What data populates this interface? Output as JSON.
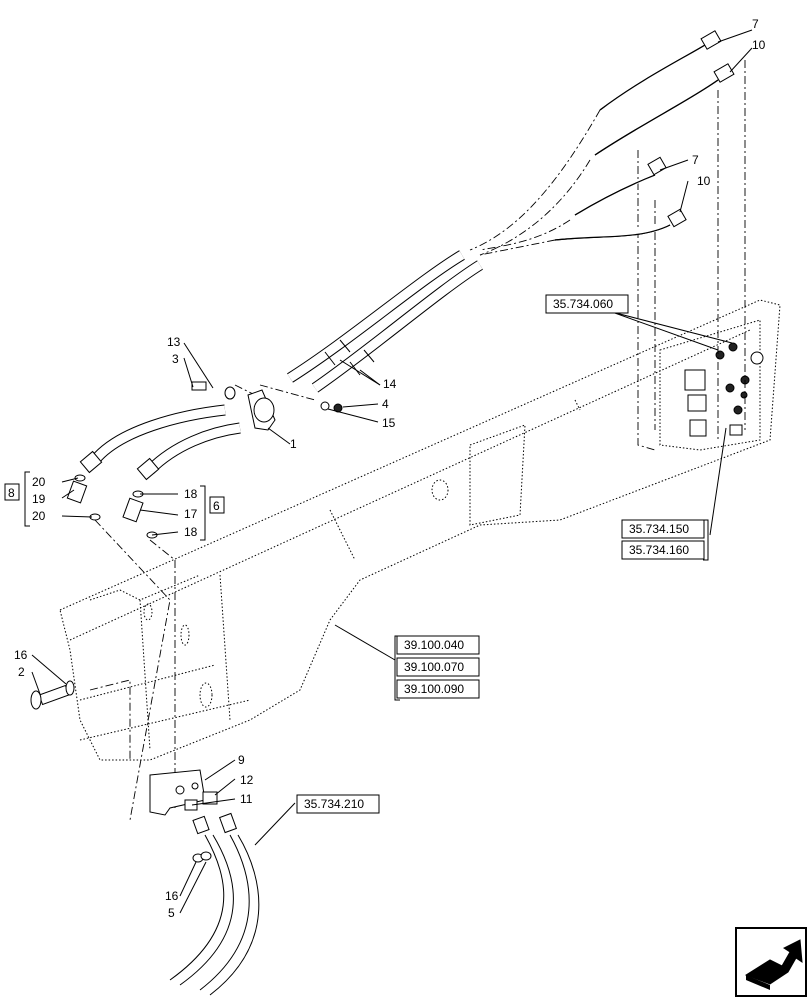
{
  "refs": {
    "r_35734060": "35.734.060",
    "r_35734150": "35.734.150",
    "r_35734160": "35.734.160",
    "r_39100040": "39.100.040",
    "r_39100070": "39.100.070",
    "r_39100090": "39.100.090",
    "r_35734210": "35.734.210"
  },
  "groups": {
    "group_8": "8",
    "group_6": "6"
  },
  "callouts": {
    "c7a": "7",
    "c10a": "10",
    "c7b": "7",
    "c10b": "10",
    "c13": "13",
    "c3": "3",
    "c14": "14",
    "c4": "4",
    "c15": "15",
    "c1": "1",
    "c20a": "20",
    "c19": "19",
    "c20b": "20",
    "c18a": "18",
    "c17": "17",
    "c18b": "18",
    "c16a": "16",
    "c2": "2",
    "c9": "9",
    "c12": "12",
    "c11": "11",
    "c16b": "16",
    "c5": "5"
  },
  "icon": {
    "navigation": "next-page-arrow-icon"
  }
}
